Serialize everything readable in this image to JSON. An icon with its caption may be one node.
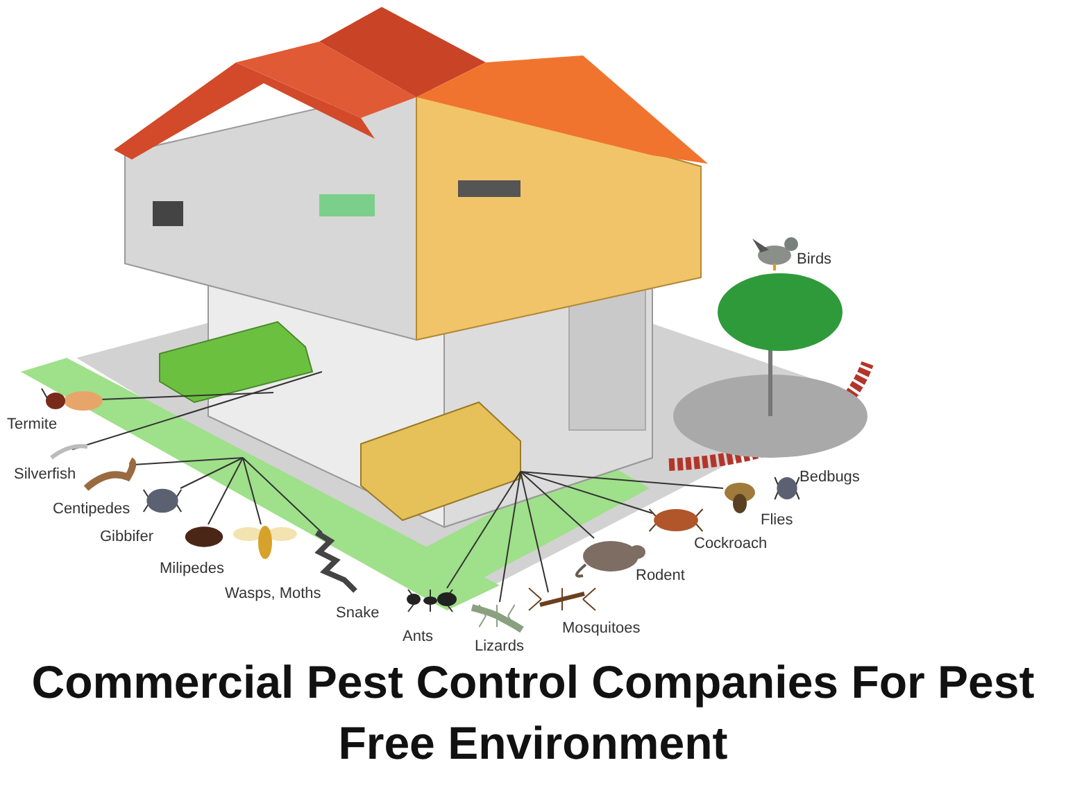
{
  "diagram": {
    "title": "Commercial Pest Control Companies For Pest Free Environment",
    "nodes": [
      {
        "text": [],
        "shape": "picture"
      },
      {
        "text": [
          "Termite"
        ]
      },
      {
        "text": [
          "Silverfish"
        ]
      },
      {
        "text": [
          "Centipedes"
        ]
      },
      {
        "text": [
          "Gibbifer"
        ]
      },
      {
        "text": [
          "Milipedes"
        ]
      },
      {
        "text": [
          "Wasps, Moths"
        ]
      },
      {
        "text": [
          "Snake"
        ]
      },
      {
        "text": [
          "Ants"
        ]
      },
      {
        "text": [
          "Lizards"
        ]
      },
      {
        "text": [
          "Mosquitoes"
        ]
      },
      {
        "text": [
          "Rodent"
        ]
      },
      {
        "text": [
          "Cockroach"
        ]
      },
      {
        "text": [
          "Flies"
        ]
      },
      {
        "text": [
          "Bedbugs"
        ]
      },
      {
        "text": [
          "Birds"
        ]
      }
    ],
    "edges": [
      {
        "from": 1,
        "to": 0,
        "arrow": "none"
      },
      {
        "from": 2,
        "to": 0,
        "arrow": "none"
      },
      {
        "from": 3,
        "to": 0,
        "arrow": "none"
      },
      {
        "from": 4,
        "to": 0,
        "arrow": "none"
      },
      {
        "from": 5,
        "to": 0,
        "arrow": "none"
      },
      {
        "from": 6,
        "to": 0,
        "arrow": "none"
      },
      {
        "from": 7,
        "to": 0,
        "arrow": "none"
      },
      {
        "from": 8,
        "to": 0,
        "arrow": "none"
      },
      {
        "from": 9,
        "to": 0,
        "arrow": "none"
      },
      {
        "from": 10,
        "to": 0,
        "arrow": "none"
      },
      {
        "from": 11,
        "to": 0,
        "arrow": "none"
      },
      {
        "from": 12,
        "to": 0,
        "arrow": "none"
      },
      {
        "from": 13,
        "to": 0,
        "arrow": "none"
      }
    ]
  }
}
